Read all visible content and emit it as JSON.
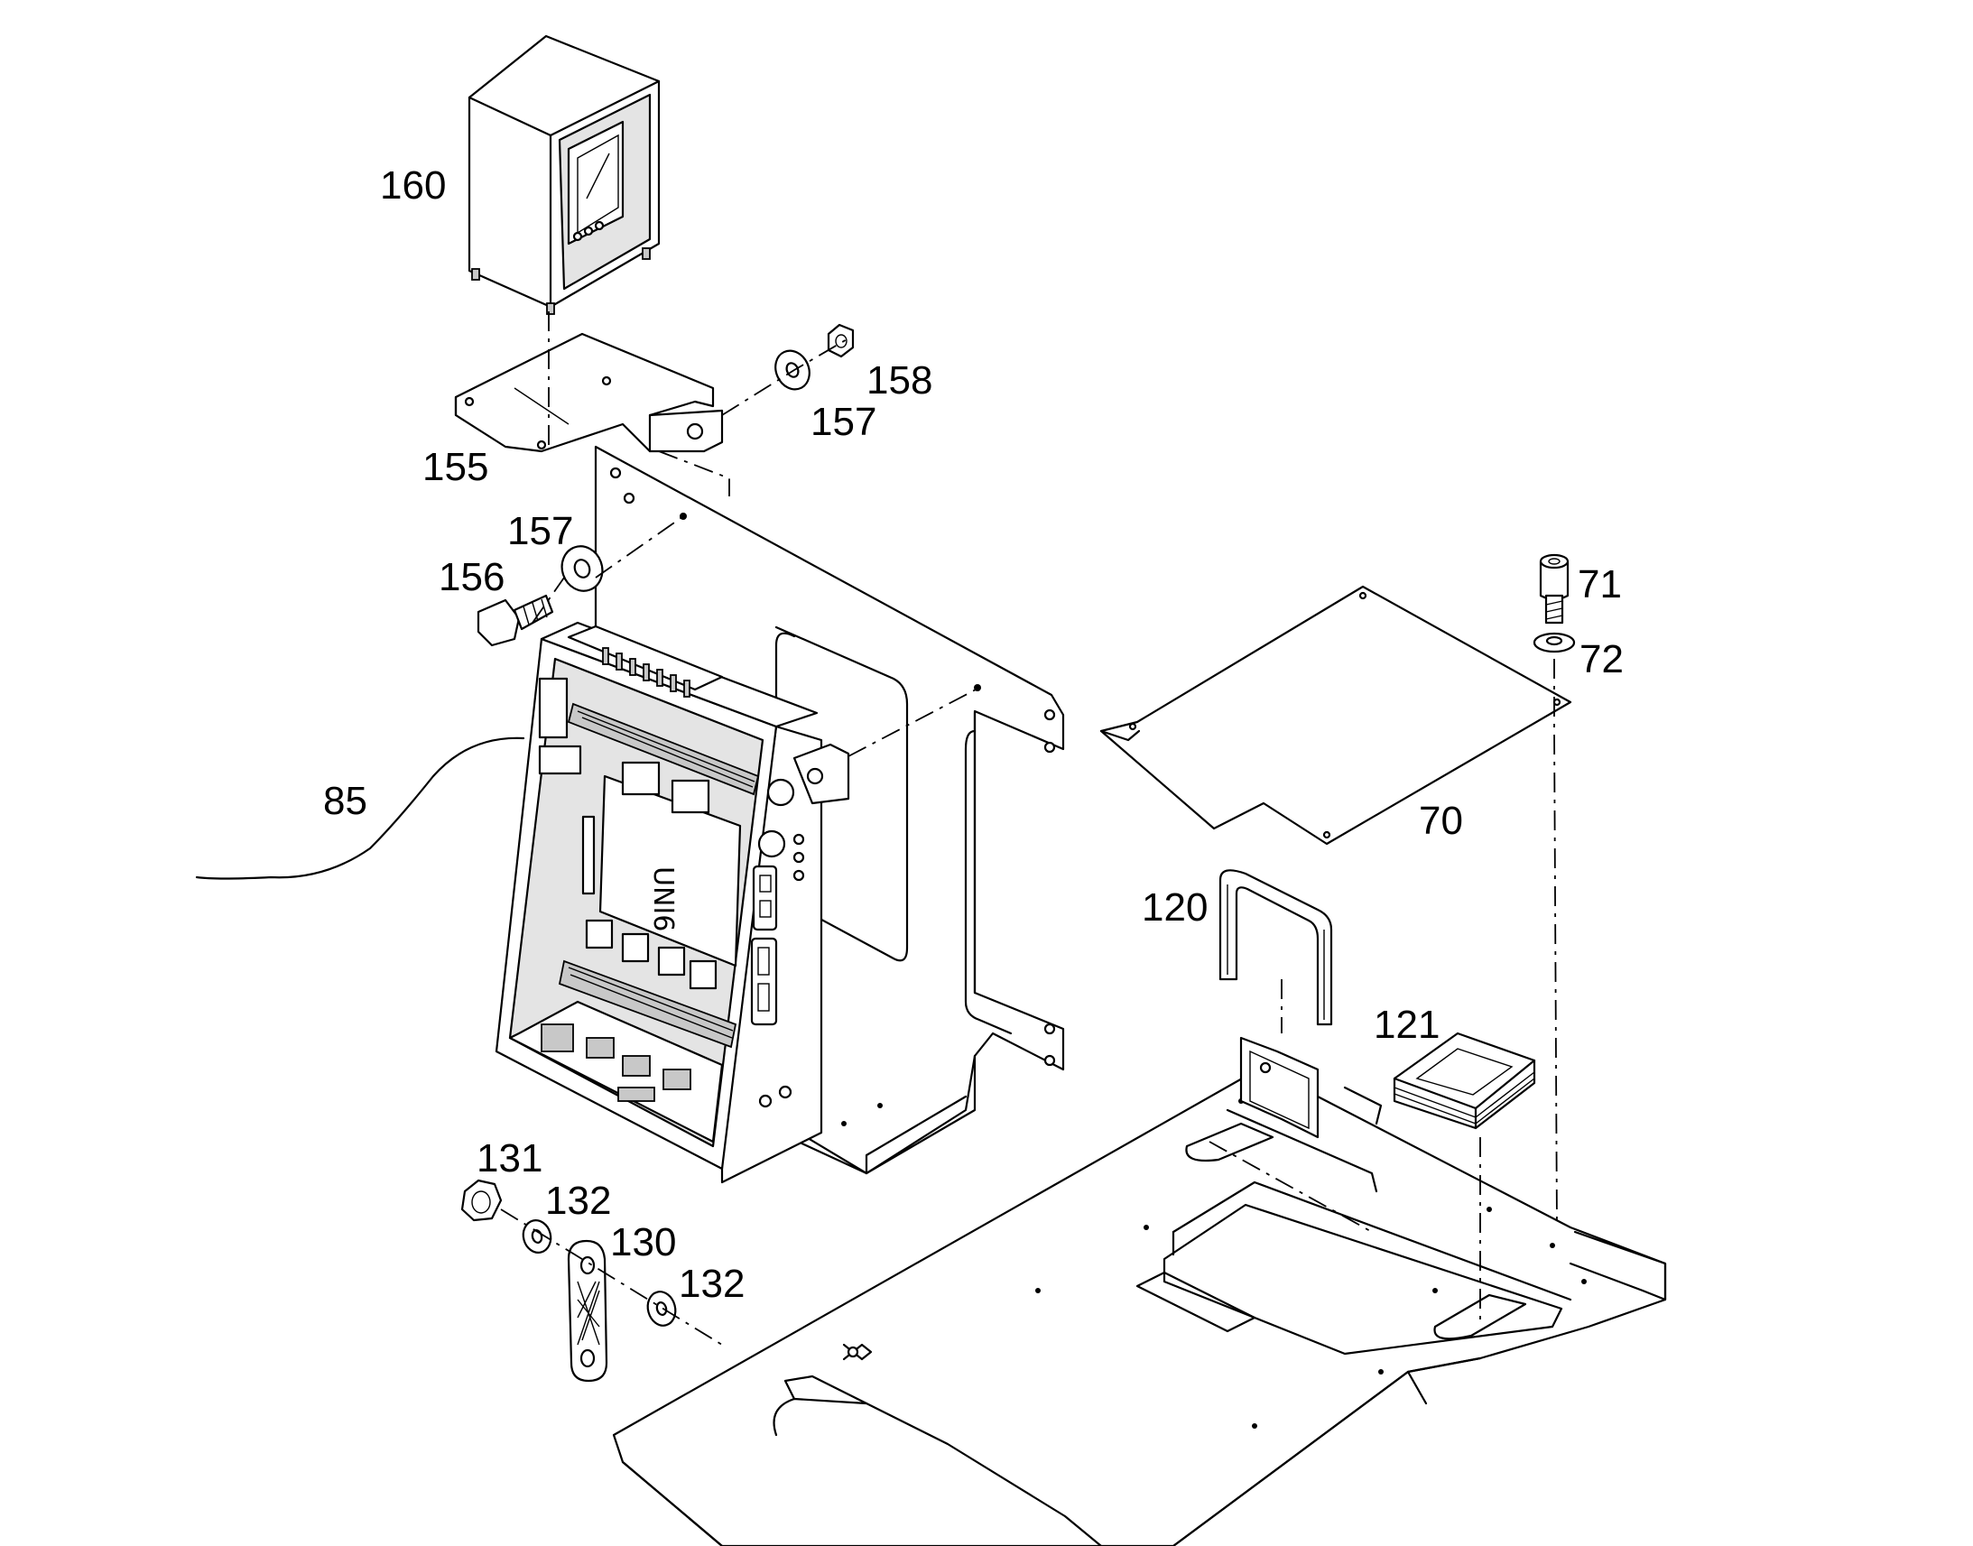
{
  "labels": {
    "p160": "160",
    "p158": "158",
    "p157a": "157",
    "p155": "155",
    "p157b": "157",
    "p156": "156",
    "p85": "85",
    "p71": "71",
    "p72": "72",
    "p70": "70",
    "p120": "120",
    "p121": "121",
    "p131": "131",
    "p132a": "132",
    "p130": "130",
    "p132b": "132"
  },
  "controller_brand": "UNI6"
}
